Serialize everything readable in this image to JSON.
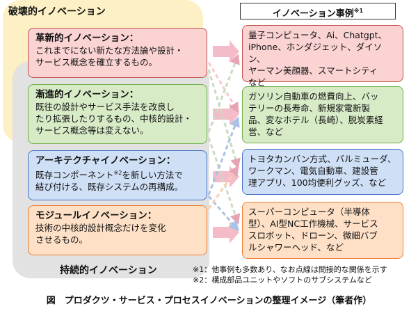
{
  "zones": {
    "disruptive": "破壊的イノベーション",
    "sustaining": "持続的イノベーション"
  },
  "examples_header": {
    "title": "イノベーション事例",
    "note_mark": "※1"
  },
  "innovations": [
    {
      "title": "革新的イノベーション：",
      "body": "これまでにない新たな方法論や設計・\nサービス概念を確立するもの。"
    },
    {
      "title": "漸進的イノベーション：",
      "body": "既往の設計やサービス手法を改良し\nたり拡張したりするもの、中核的設計・\nサービス概念等は変えない。"
    },
    {
      "title": "アーキテクチャイノベーション：",
      "body_before": "既存コンポーネント",
      "body_sup": "※2",
      "body_after": "を新しい方法で\n結び付ける、既存システムの再構成。"
    },
    {
      "title": "モジュールイノベーション：",
      "body": "技術の中核的設計概念だけを変化\nさせるもの。"
    }
  ],
  "examples": [
    "量子コンピュータ、Ai、Chatgpt、\niPhone、ホンダジェット、ダイソン、\nヤーマン美顔器、スマートシティ\nなど",
    "ガソリン自動車の燃費向上、バッ\nテリーの長寿命、新規家電新製\n品、変なホテル（長崎）、脱炭素経\n営、など",
    "トヨタカンバン方式、バルミューダ、\nワークマン、電気自動車、建設管\n理アプリ、100均便利グッズ、など",
    "スーパーコンピュータ（半導体\n型）、AI型NC工作機械、サービス\nスロボット、ドローン、微細バブ\nルシャワーヘッド、など"
  ],
  "notes": [
    "※1：他事例も多数あり、なお点線は間接的な関係を示す",
    "※2：構成部品ユニットやソフトのサブシステムなど"
  ],
  "caption": "図　プロダクツ・サービス・プロセスイノベーションの整理イメージ（筆者作）",
  "colors": {
    "red_fill": "#fbd3d3",
    "red_border": "#c0504d",
    "green_fill": "#d7ebc7",
    "green_border": "#70ad47",
    "blue_fill": "#cfdff5",
    "blue_border": "#4472c4",
    "orange_fill": "#fde0c6",
    "orange_border": "#ed7d31",
    "zone_yellow": "#fdf0c4",
    "zone_gray": "#e2e2e2"
  }
}
